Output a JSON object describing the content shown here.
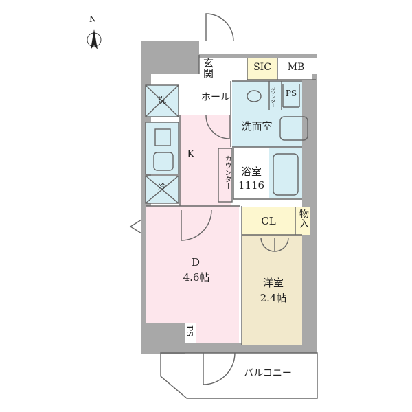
{
  "compass": {
    "north_label": "N"
  },
  "rooms": {
    "entrance": "玄関",
    "sic": "SIC",
    "mb": "MB",
    "hall": "ホール",
    "ps_top": "PS",
    "washer": "洗",
    "counter_wash": "カウンター",
    "washroom": "洗面室",
    "kitchen": "K",
    "counter_k": "カウンター",
    "bath_name": "浴室",
    "bath_size": "1116",
    "fridge": "冷",
    "cl": "CL",
    "storage": "物入",
    "dining_name": "D",
    "dining_size": "4.6帖",
    "western_name": "洋室",
    "western_size": "2.4帖",
    "ps_bottom": "PS",
    "balcony": "バルコニー"
  },
  "colors": {
    "wall": "#a8a8a8",
    "dining_kitchen": "#fde6ec",
    "wet_area": "#d6eef4",
    "western_room": "#f2e9cc",
    "storage": "#fdf7cf",
    "lines": "#666666"
  }
}
